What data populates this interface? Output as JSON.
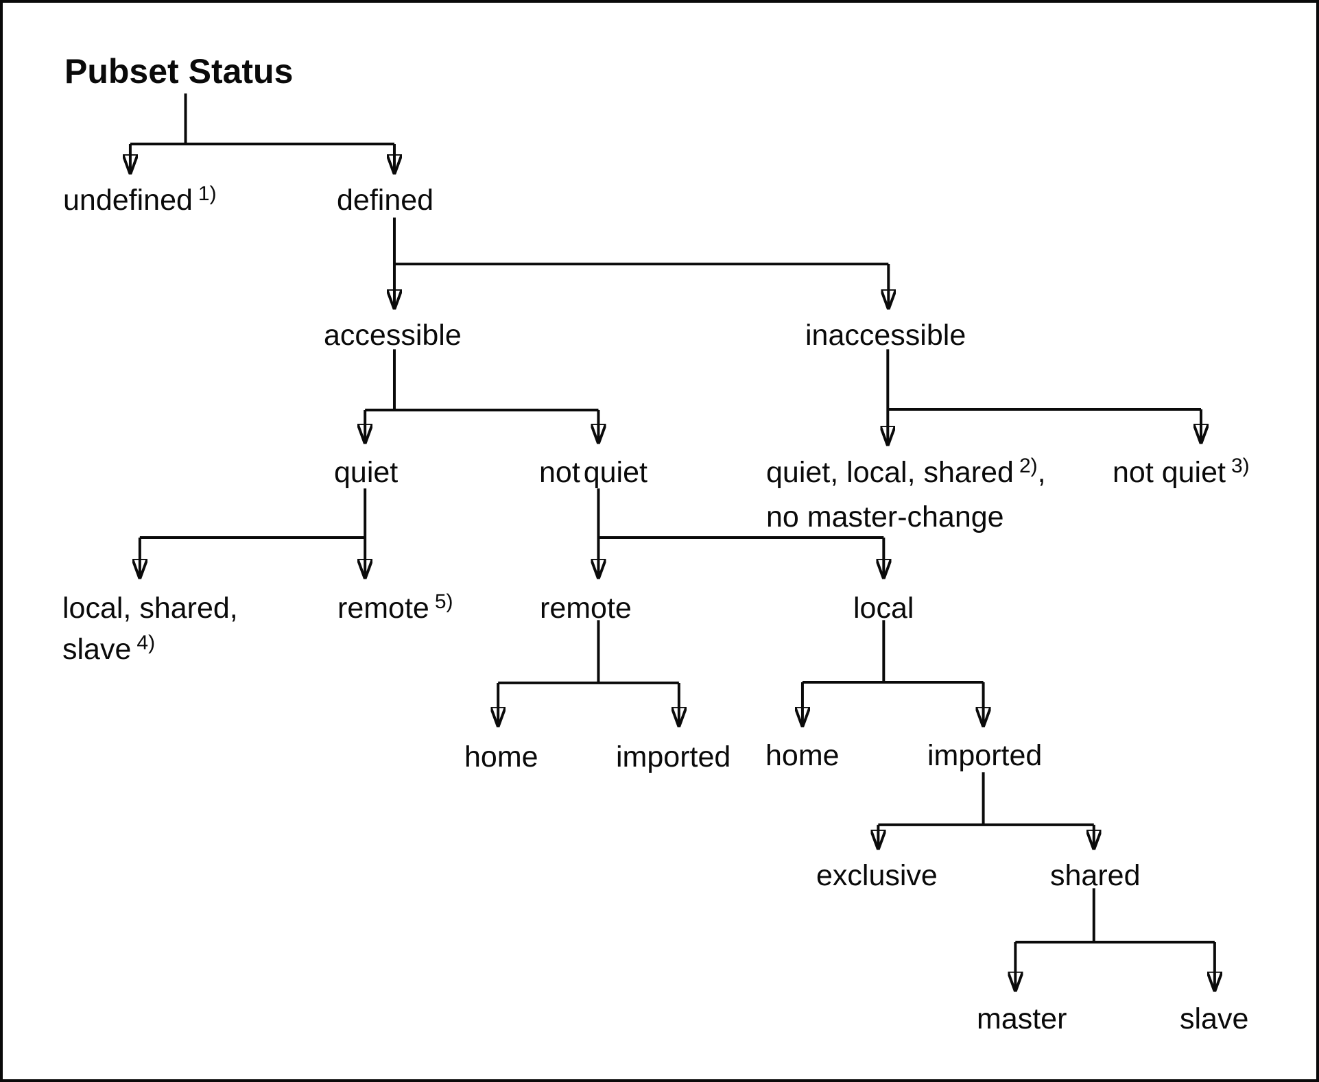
{
  "diagram": {
    "title": "Pubset Status",
    "nodes": {
      "undefined_node": {
        "label": "undefined",
        "sup": "1)"
      },
      "defined": {
        "label": "defined"
      },
      "accessible": {
        "label": "accessible"
      },
      "inaccessible": {
        "label": "inaccessible"
      },
      "quiet": {
        "label": "quiet"
      },
      "not_quiet_accessible": {
        "label": "not quiet"
      },
      "quiet_local_shared": {
        "label": "quiet, local, shared",
        "sup": "2)",
        "after_sup": ",",
        "line2": "no master-change"
      },
      "not_quiet_inaccessible": {
        "label": "not quiet",
        "sup": "3)"
      },
      "local_shared_slave": {
        "label": "local, shared,",
        "line2": "slave",
        "line2_sup": "4)"
      },
      "remote_quiet": {
        "label": "remote",
        "sup": "5)"
      },
      "remote_not_quiet": {
        "label": "remote"
      },
      "local_not_quiet": {
        "label": "local"
      },
      "home_remote": {
        "label": "home"
      },
      "imported_remote": {
        "label": "imported"
      },
      "home_local": {
        "label": "home"
      },
      "imported_local": {
        "label": "imported"
      },
      "exclusive": {
        "label": "exclusive"
      },
      "shared": {
        "label": "shared"
      },
      "master": {
        "label": "master"
      },
      "slave": {
        "label": "slave"
      }
    }
  }
}
